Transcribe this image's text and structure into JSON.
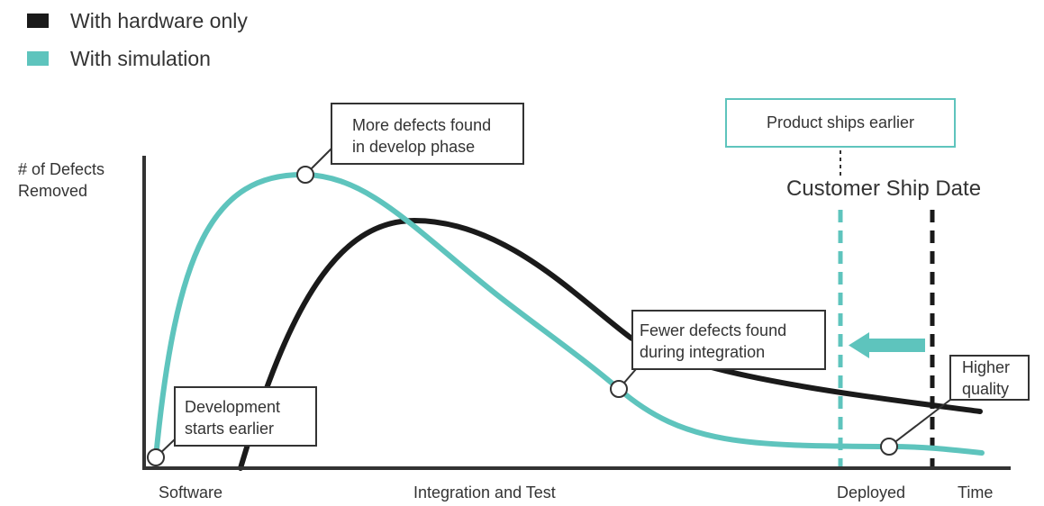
{
  "chart_data": {
    "type": "line",
    "title": "",
    "ylabel_lines": [
      "# of Defects",
      "Removed"
    ],
    "xlabel": "Time",
    "x_tick_labels": [
      "Software",
      "Integration and Test",
      "Deployed"
    ],
    "legend": {
      "placement": "top-left",
      "entries": [
        {
          "label": "With hardware only",
          "color": "#1a1a1a"
        },
        {
          "label": "With simulation",
          "color": "#5ec4bd"
        }
      ]
    },
    "series": [
      {
        "name": "With hardware only",
        "color": "#1a1a1a",
        "shape": "rises later, peaks mid, long tail; still finding defects late"
      },
      {
        "name": "With simulation",
        "color": "#5ec4bd",
        "shape": "rises immediately, peaks early, drops low before deployment"
      }
    ],
    "ship_date_label": "Customer Ship Date",
    "annotations": [
      {
        "id": "more-defects",
        "lines": [
          "More defects found",
          "in develop phase"
        ],
        "border": "#333333"
      },
      {
        "id": "dev-earlier",
        "lines": [
          "Development",
          "starts earlier"
        ],
        "border": "#333333"
      },
      {
        "id": "fewer-defects",
        "lines": [
          "Fewer defects found",
          "during integration"
        ],
        "border": "#333333"
      },
      {
        "id": "higher-quality",
        "lines": [
          "Higher",
          "quality"
        ],
        "border": "#333333"
      },
      {
        "id": "ships-earlier",
        "lines": [
          "Product ships earlier"
        ],
        "border": "#5ec4bd"
      }
    ],
    "colors": {
      "hardware": "#1a1a1a",
      "simulation": "#5ec4bd",
      "axis": "#333333"
    }
  }
}
